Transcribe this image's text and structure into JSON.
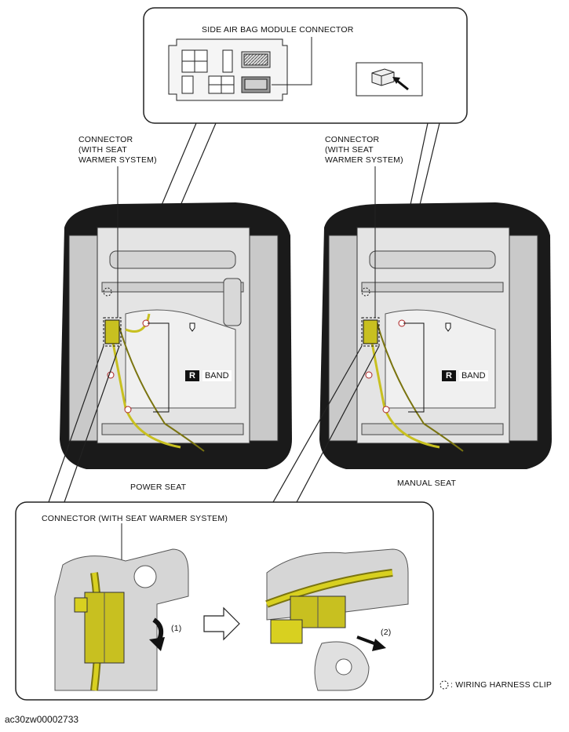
{
  "labels": {
    "side_airbag_connector": "SIDE AIR BAG MODULE CONNECTOR",
    "connector_left_1": "CONNECTOR",
    "connector_left_2": "(WITH SEAT",
    "connector_left_3": "WARMER SYSTEM)",
    "connector_right_1": "CONNECTOR",
    "connector_right_2": "(WITH SEAT",
    "connector_right_3": "WARMER SYSTEM)",
    "band_left_letter": "R",
    "band_left_text": "BAND",
    "band_right_letter": "R",
    "band_right_text": "BAND",
    "power_seat": "POWER SEAT",
    "manual_seat": "MANUAL SEAT",
    "bottom_connector": "CONNECTOR (WITH SEAT WARMER SYSTEM)",
    "step_1": "(1)",
    "step_2": "(2)",
    "legend_clip": ": WIRING HARNESS CLIP",
    "doc_id": "ac30zw00002733"
  },
  "colors": {
    "harness": "#c8c020",
    "harness_dark": "#7a7410",
    "seat_dark": "#1a1a1a",
    "frame_gray": "#bdbdbd"
  }
}
